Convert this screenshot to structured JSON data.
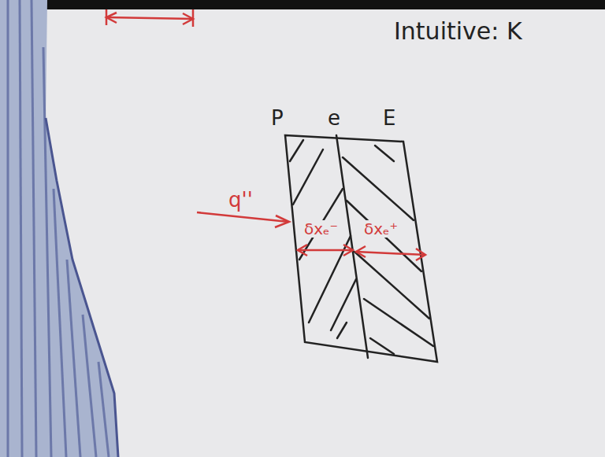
{
  "diagram": {
    "labels": [
      "Intuitive: K",
      "P",
      "e",
      "E",
      "q''",
      "δxₑ⁻",
      "δxₑ⁺"
    ]
  }
}
